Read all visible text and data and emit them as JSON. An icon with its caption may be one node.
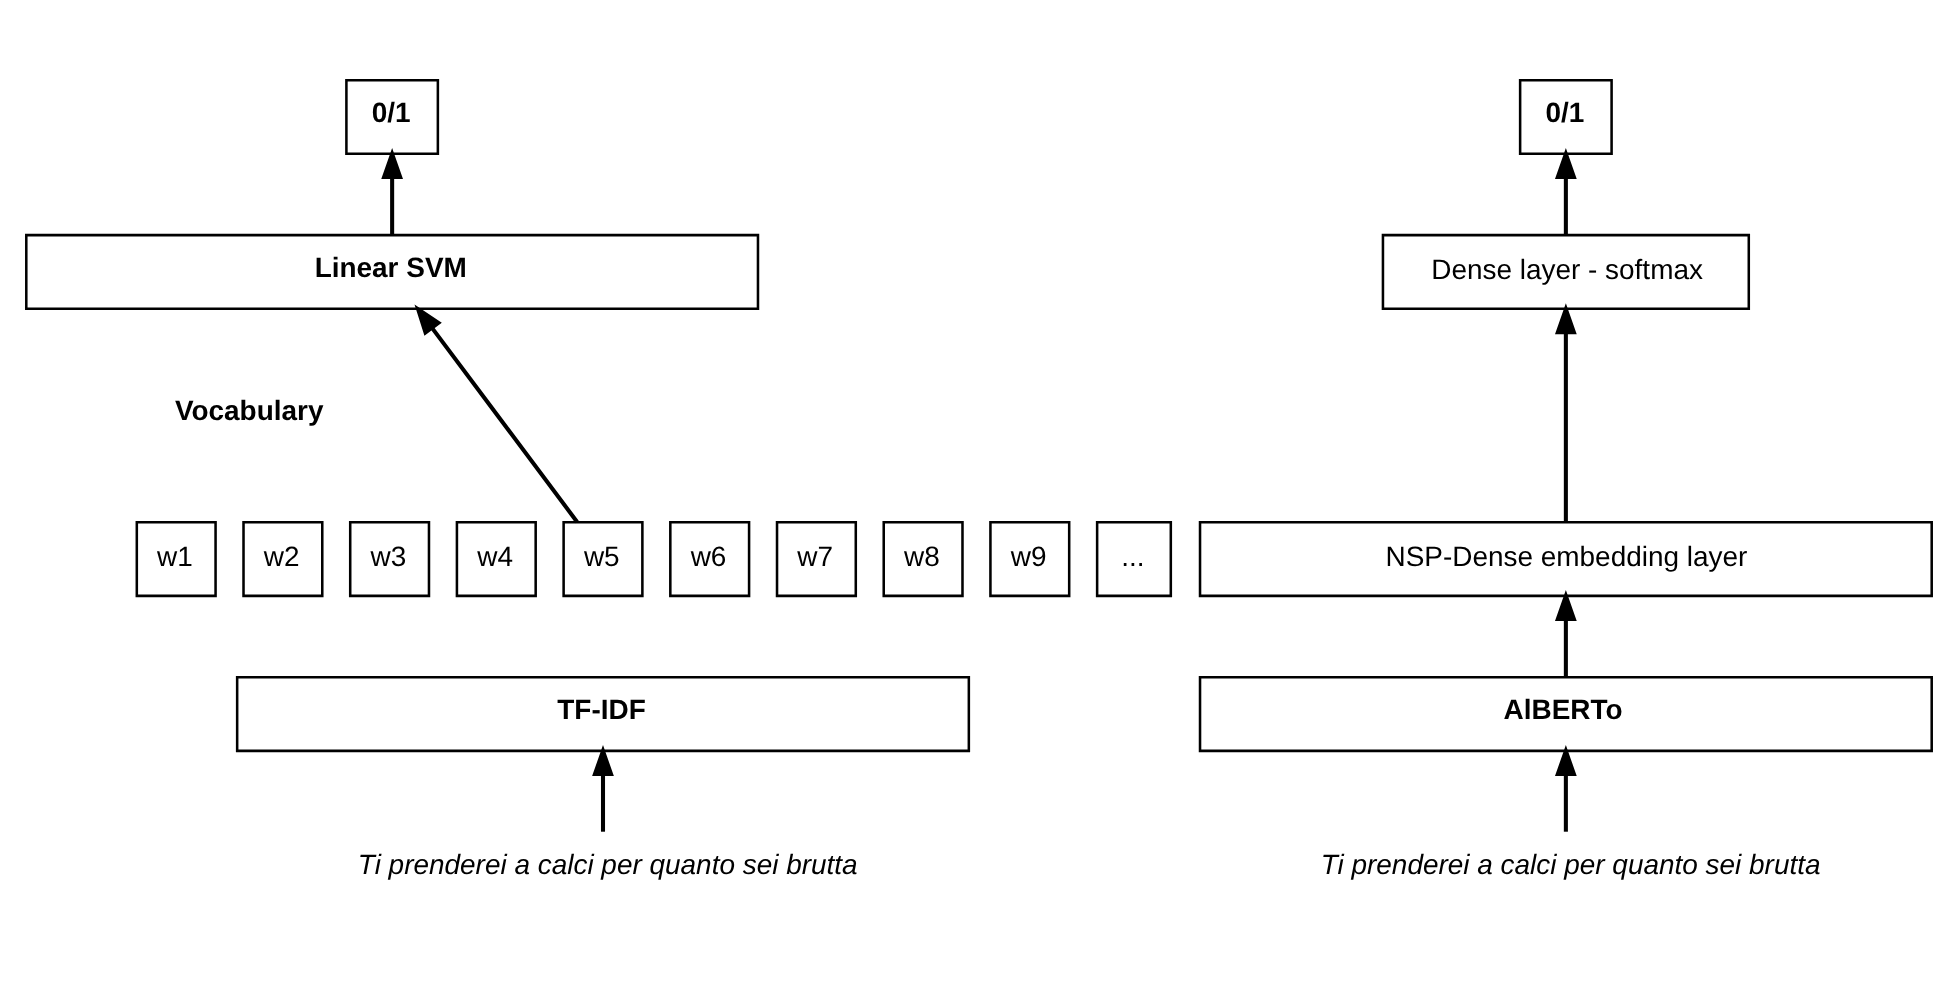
{
  "diagram": {
    "nodes": [
      {
        "text": [
          "0/1"
        ]
      },
      {
        "text": [
          "Linear SVM"
        ]
      },
      {
        "text": [
          "w1"
        ]
      },
      {
        "text": [
          "w2"
        ]
      },
      {
        "text": [
          "w3"
        ]
      },
      {
        "text": [
          "w4"
        ]
      },
      {
        "text": [
          "w5"
        ]
      },
      {
        "text": [
          "w6"
        ]
      },
      {
        "text": [
          "w7"
        ]
      },
      {
        "text": [
          "w8"
        ]
      },
      {
        "text": [
          "w9"
        ]
      },
      {
        "text": [
          "..."
        ]
      },
      {
        "text": [
          "TF-IDF"
        ]
      },
      {
        "text": [
          "Ti prenderei a calci per quanto sei brutta"
        ]
      },
      {
        "text": [
          "0/1"
        ]
      },
      {
        "text": [
          "Dense layer - softmax"
        ]
      },
      {
        "text": [
          "NSP-Dense embedding layer"
        ]
      },
      {
        "text": [
          "AlBERTo"
        ]
      },
      {
        "text": [
          "Ti prenderei a calci per quanto sei brutta"
        ]
      }
    ],
    "edges": [
      {
        "from": 13,
        "to": 12,
        "arrow": "to"
      },
      {
        "from": 6,
        "to": 1,
        "arrow": "to"
      },
      {
        "from": 1,
        "to": 0,
        "arrow": "to"
      },
      {
        "from": 18,
        "to": 17,
        "arrow": "to"
      },
      {
        "from": 17,
        "to": 16,
        "arrow": "to"
      },
      {
        "from": 16,
        "to": 15,
        "arrow": "to"
      },
      {
        "from": 15,
        "to": 14,
        "arrow": "to"
      }
    ],
    "labels": [
      "Vocabulary"
    ]
  }
}
